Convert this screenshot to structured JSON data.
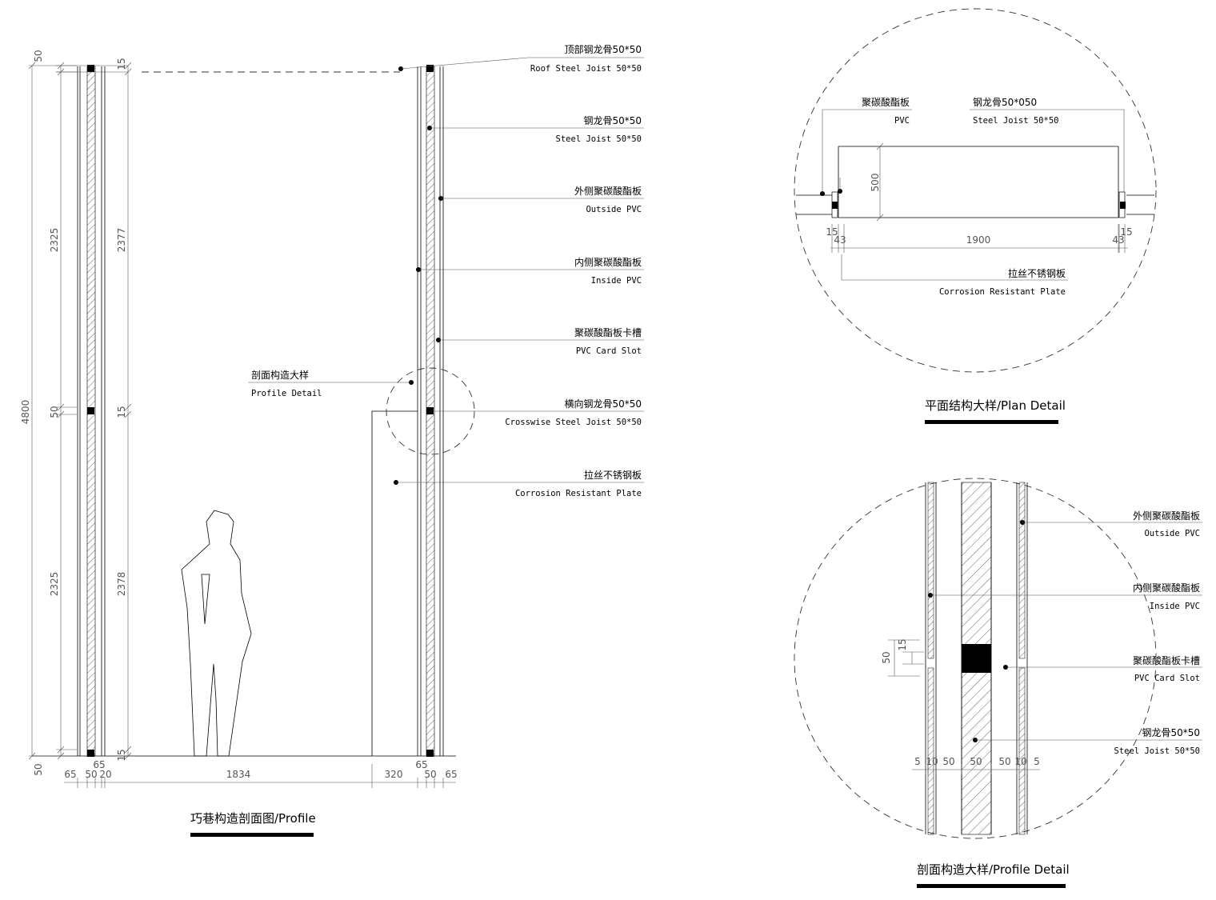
{
  "titles": {
    "profile": "巧巷构造剖面图/Profile",
    "plan_detail": "平面结构大样/Plan Detail",
    "profile_detail": "剖面构造大样/Profile Detail"
  },
  "profile_labels": [
    {
      "zh": "顶部钢龙骨50*50",
      "en": "Roof Steel Joist 50*50"
    },
    {
      "zh": "钢龙骨50*50",
      "en": "Steel Joist 50*50"
    },
    {
      "zh": "外侧聚碳酸酯板",
      "en": "Outside PVC"
    },
    {
      "zh": "内侧聚碳酸酯板",
      "en": "Inside PVC"
    },
    {
      "zh": "聚碳酸酯板卡槽",
      "en": "PVC Card Slot"
    },
    {
      "zh": "横向钢龙骨50*50",
      "en": "Crosswise Steel Joist 50*50"
    },
    {
      "zh": "拉丝不锈钢板",
      "en": "Corrosion Resistant Plate"
    }
  ],
  "profile_detail_callout": {
    "zh": "剖面构造大样",
    "en": "Profile Detail"
  },
  "profile_dims": {
    "left_total": "4800",
    "left_top": "50",
    "left_upper": "2325",
    "left_mid": "50",
    "left_lower": "2325",
    "left_bottom": "50",
    "inner_top": "15",
    "inner_upper": "2377",
    "inner_mid": "15",
    "inner_lower": "2378",
    "inner_bottom": "15",
    "bottom": [
      "65",
      "50",
      "65",
      "20",
      "1834",
      "320",
      "65",
      "50",
      "65"
    ]
  },
  "plan_labels": {
    "pvc_zh": "聚碳酸酯板",
    "pvc_en": "PVC",
    "joist_zh": "钢龙骨50*050",
    "joist_en": "Steel Joist 50*50",
    "plate_zh": "拉丝不锈钢板",
    "plate_en": "Corrosion Resistant Plate"
  },
  "plan_dims": {
    "height": "500",
    "width": "1900",
    "left_a": "15",
    "left_b": "43",
    "right_a": "43",
    "right_b": "15"
  },
  "detail_labels": [
    {
      "zh": "外侧聚碳酸酯板",
      "en": "Outside PVC"
    },
    {
      "zh": "内侧聚碳酸酯板",
      "en": "Inside PVC"
    },
    {
      "zh": "聚碳酸酯板卡槽",
      "en": "PVC Card Slot"
    },
    {
      "zh": "钢龙骨50*50",
      "en": "Steel Joist 50*50"
    }
  ],
  "detail_dims": {
    "left_50": "50",
    "left_15": "15",
    "bottom": [
      "5",
      "10",
      "50",
      "50",
      "50",
      "10",
      "5"
    ]
  }
}
